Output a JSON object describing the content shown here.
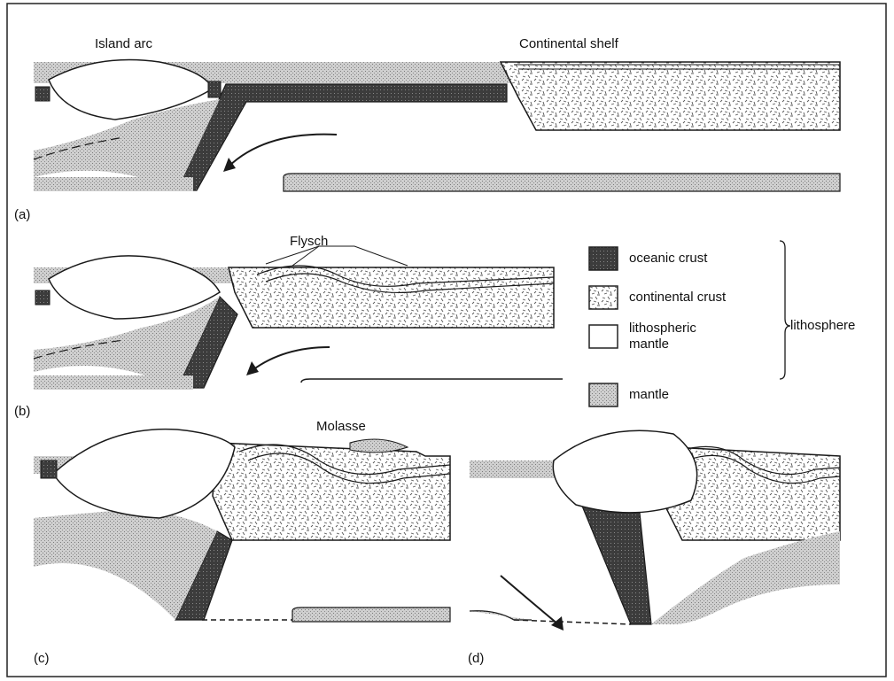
{
  "labels": {
    "island_arc": "Island arc",
    "continental_shelf": "Continental shelf",
    "flysch": "Flysch",
    "molasse": "Molasse"
  },
  "panels": [
    "(a)",
    "(b)",
    "(c)",
    "(d)"
  ],
  "legend": {
    "items": [
      {
        "label": "oceanic crust",
        "pattern": "oceanic-crust"
      },
      {
        "label": "continental crust",
        "pattern": "continental-crust"
      },
      {
        "label": "lithospheric\nmantle",
        "pattern": "lithospheric-mantle"
      },
      {
        "label": "mantle",
        "pattern": "mantle"
      }
    ],
    "group_label": "lithosphere"
  },
  "colors": {
    "oceanic_crust": "#3a3a3a",
    "mantle": "#c9c9c9",
    "lithospheric_mantle": "#ffffff",
    "continental_crust": "#f4f4f4",
    "outline": "#1a1a1a"
  }
}
